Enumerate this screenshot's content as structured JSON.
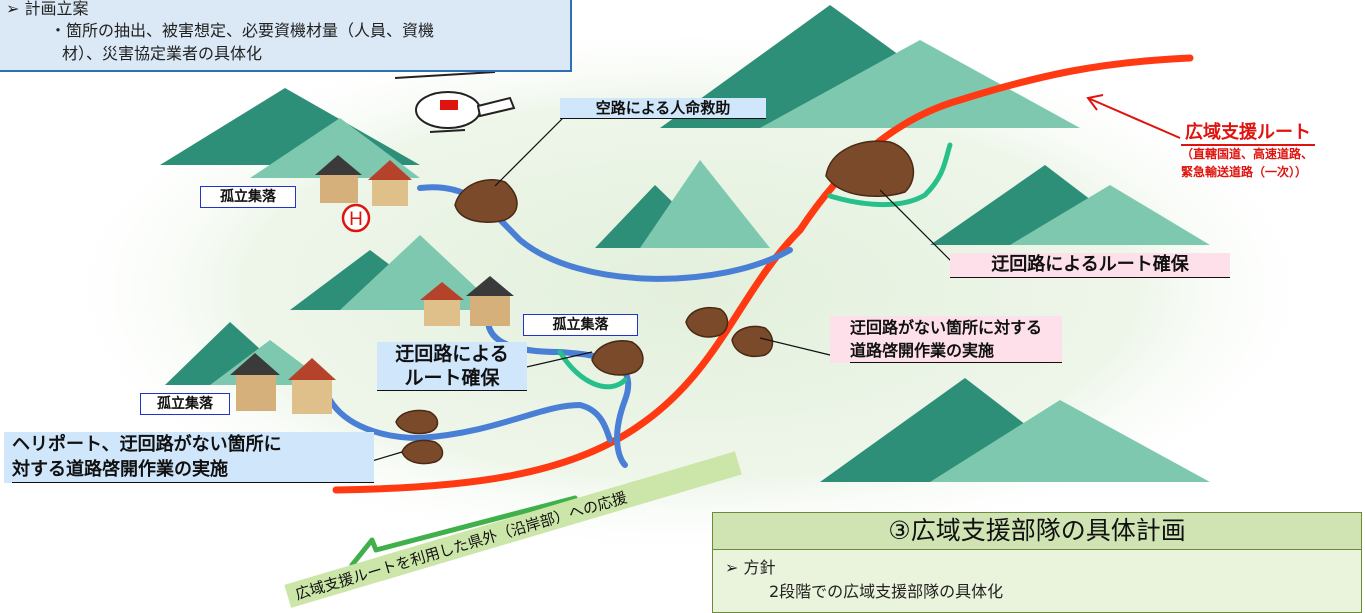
{
  "plan": {
    "bullet": "➢",
    "heading": "計画立案",
    "detail_line1": "・箇所の抽出、被害想定、必要資機材量（人員、資機",
    "detail_line2": "材）、災害協定業者の具体化"
  },
  "labels": {
    "air_rescue": "空路による人命救助",
    "isolated_village": "孤立集落",
    "detour_route_line1": "迂回路による",
    "detour_route_line2": "ルート確保",
    "detour_route_main": "迂回路によるルート確保",
    "no_detour_line1": "迂回路がない箇所に対する",
    "no_detour_line2": "道路啓開作業の実施",
    "heliport_line1": "ヘリポート、迂回路がない箇所に",
    "heliport_line2": "対する道路啓開作業の実施",
    "heliport_mark": "H",
    "outbound_support": "広域支援ルートを利用した県外（沿岸部）への応援"
  },
  "route": {
    "title": "広域支援ルート",
    "sub_line1": "（直轄国道、高速道路、",
    "sub_line2": "緊急輸送道路（一次））"
  },
  "section3": {
    "title": "③広域支援部隊の具体計画",
    "bullet": "➢",
    "policy_label": "方針",
    "policy_text": "2段階での広域支援部隊の具体化"
  },
  "colors": {
    "route_red": "#ff3a12",
    "road_blue": "#4a7fd6",
    "detour_green": "#27c08a",
    "mountain_dark": "#2e8f78",
    "mountain_light": "#7fc8b0",
    "ground": "#e8f2e2",
    "debris": "#7a4a2a"
  }
}
